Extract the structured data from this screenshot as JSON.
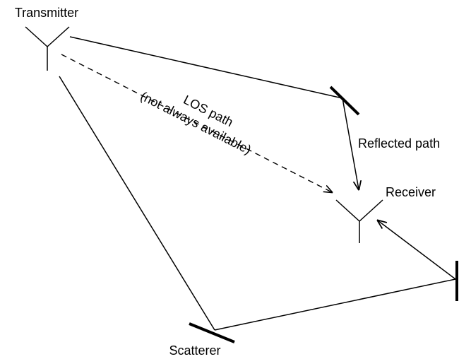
{
  "labels": {
    "transmitter": "Transmitter",
    "receiver": "Receiver",
    "scatterer": "Scatterer",
    "reflected_path": "Reflected path",
    "los_path_line1": "LOS path",
    "los_path_line2": "(not always available)"
  }
}
